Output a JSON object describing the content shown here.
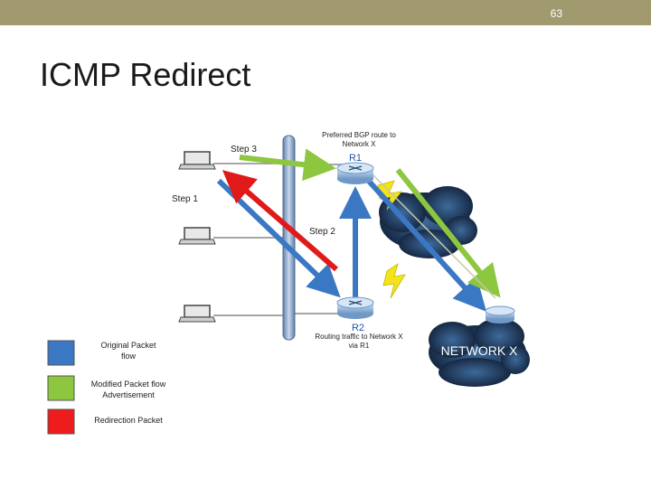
{
  "slide": {
    "number": "63",
    "title": "ICMP Redirect"
  },
  "diagram": {
    "labels": {
      "step3": "Step 3",
      "step1": "Step 1",
      "step2": "Step 2",
      "preferred_line1": "Preferred BGP route to",
      "preferred_line2": "Network X",
      "r1": "R1",
      "r2": "R2",
      "routing_line1": "Routing traffic  to Network X",
      "routing_line2": "via R1",
      "network_x": "NETWORK X"
    },
    "legend": [
      {
        "color": "#3b78c4",
        "line1": "Original Packet",
        "line2": "flow"
      },
      {
        "color": "#8dc63f",
        "line1": "Modified Packet flow",
        "line2": "Advertisement"
      },
      {
        "color": "#ee1c1c",
        "line1": "Redirection Packet",
        "line2": ""
      }
    ],
    "colors": {
      "blue": "#3b78c4",
      "green": "#8dc63f",
      "red": "#e01a1a",
      "bar": "#a09a6e"
    }
  }
}
